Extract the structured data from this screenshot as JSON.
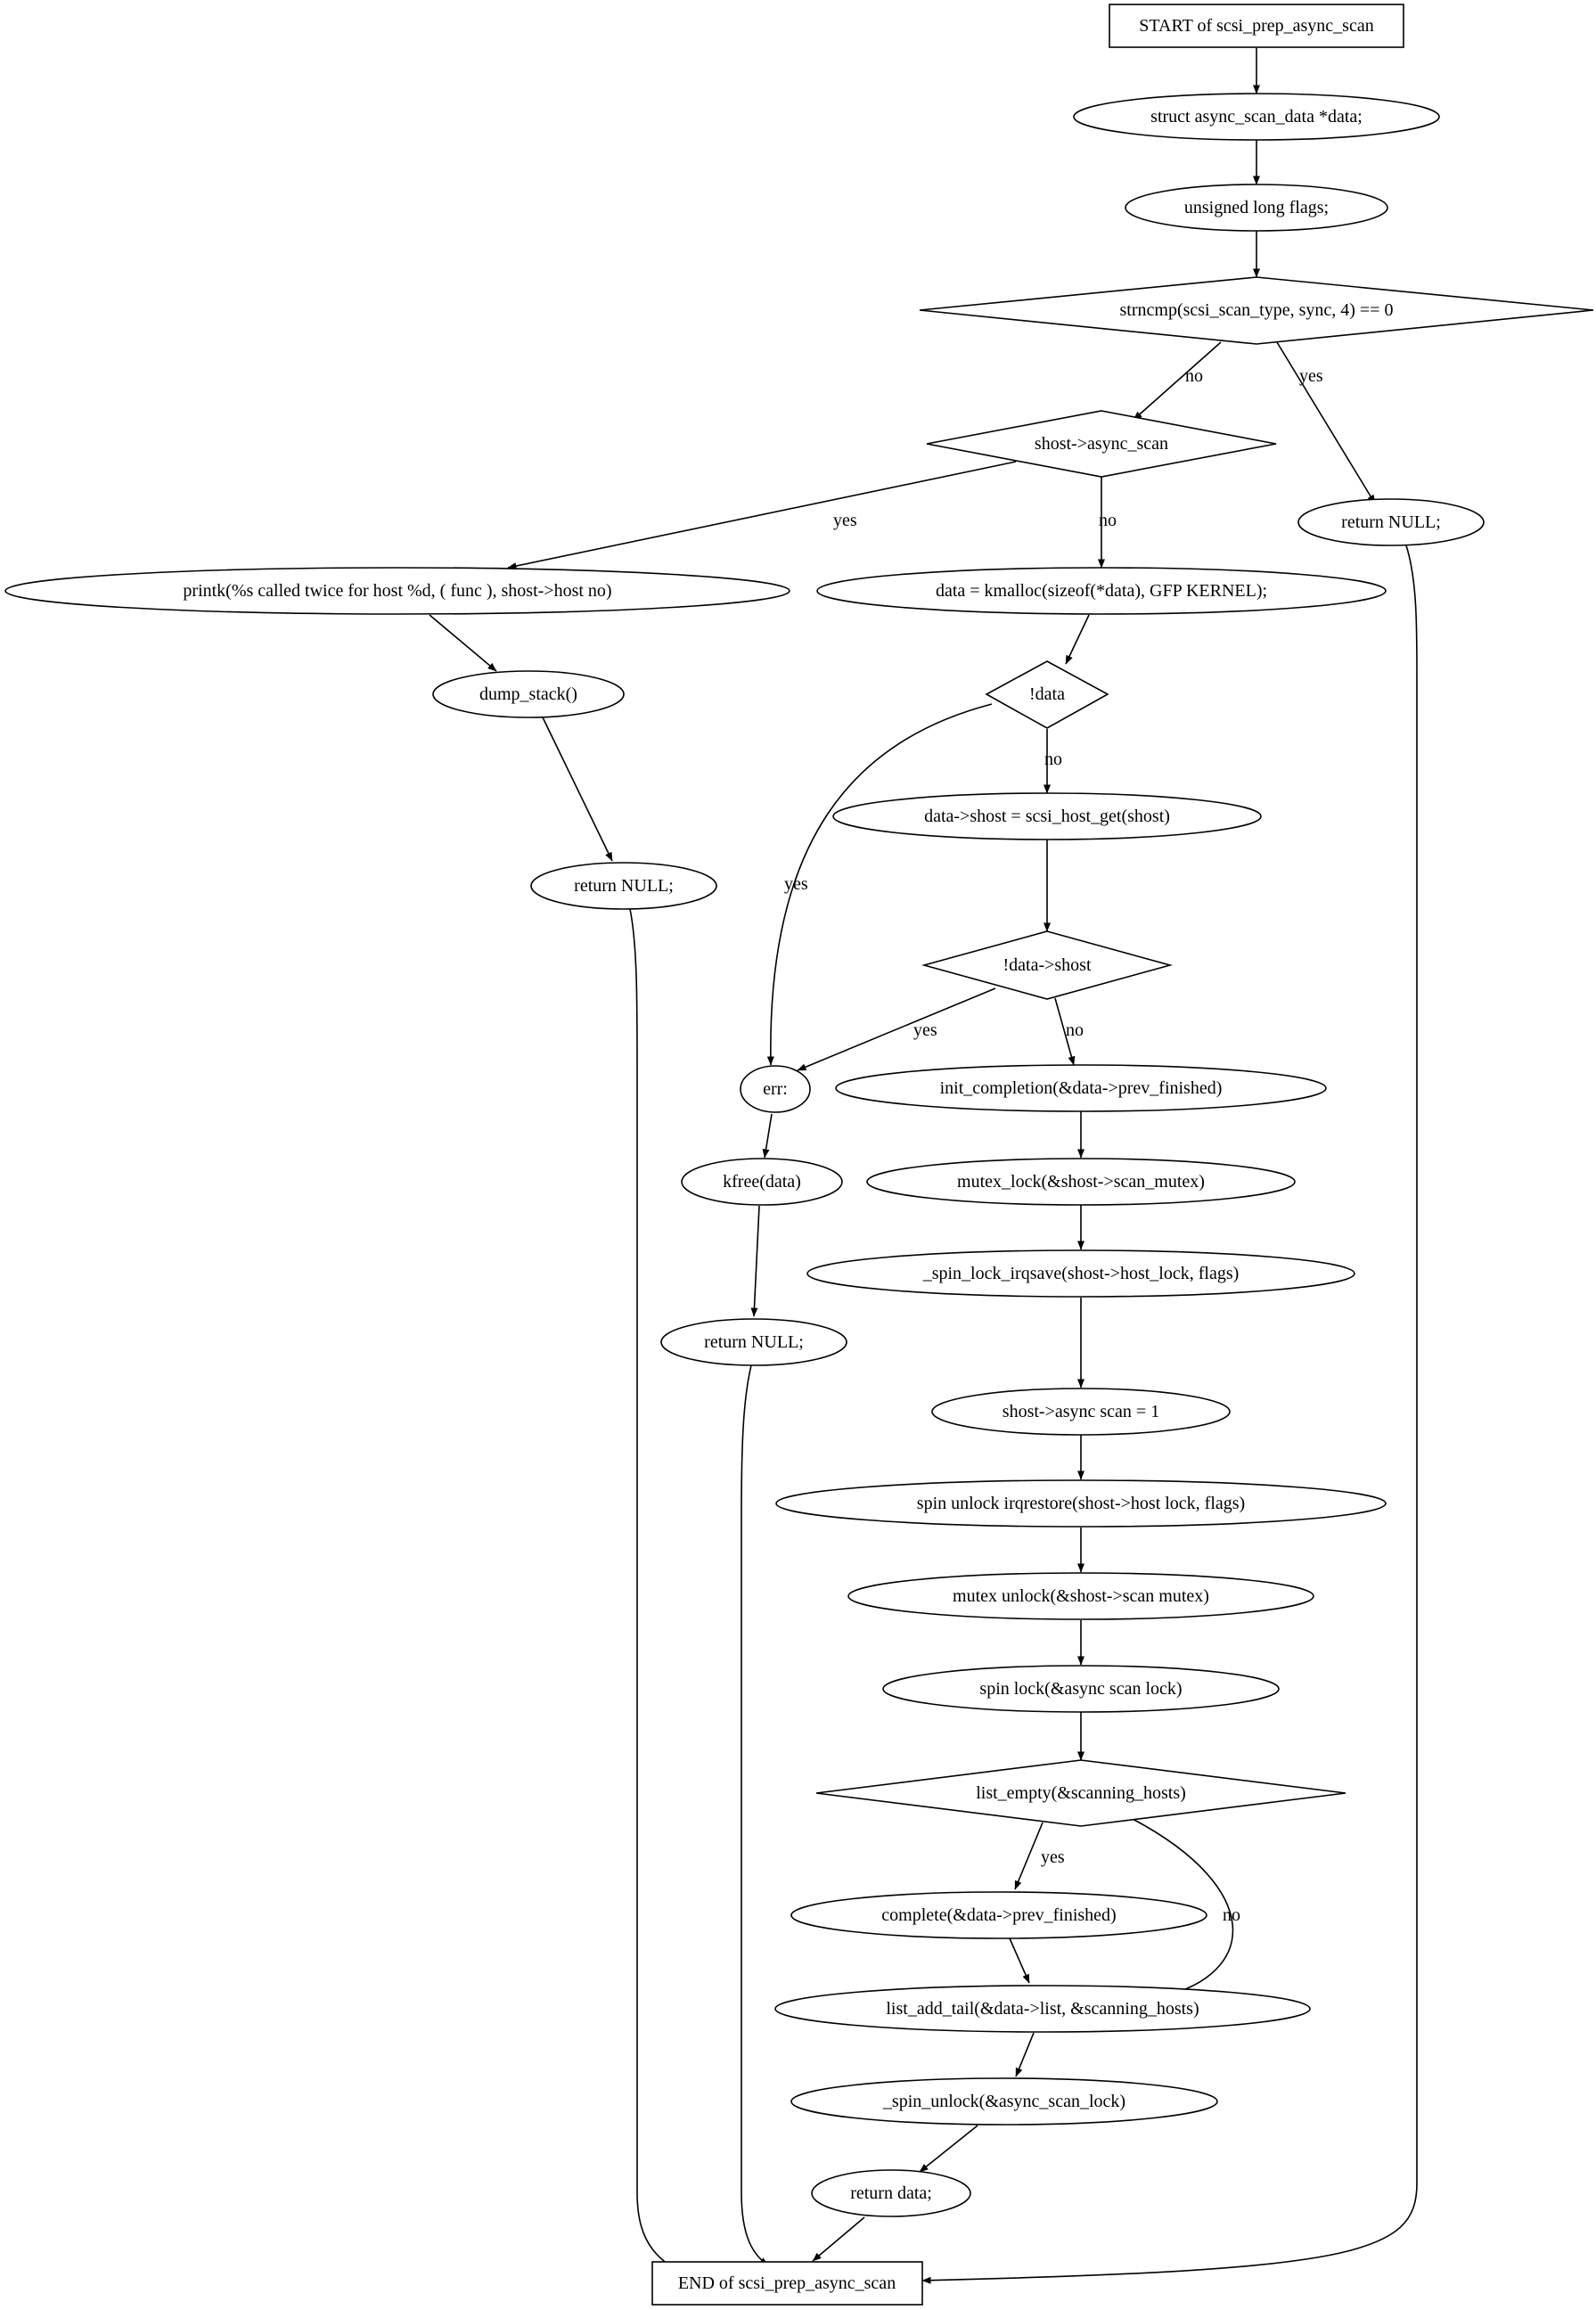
{
  "nodes": {
    "start": {
      "label": "START of scsi_prep_async_scan"
    },
    "decl_data": {
      "label": "struct async_scan_data *data;"
    },
    "decl_flags": {
      "label": "unsigned long flags;"
    },
    "strncmp": {
      "label": "strncmp(scsi_scan_type, sync, 4) == 0"
    },
    "return_null_1": {
      "label": "return NULL;"
    },
    "async_scan_check": {
      "label": "shost->async_scan"
    },
    "printk": {
      "label": "printk(%s called twice for host %d, (    func    ), shost->host  no)"
    },
    "kmalloc": {
      "label": "data = kmalloc(sizeof(*data), GFP  KERNEL);"
    },
    "dump_stack": {
      "label": "dump_stack()"
    },
    "not_data": {
      "label": "!data"
    },
    "return_null_2": {
      "label": "return NULL;"
    },
    "scsi_host_get": {
      "label": "data->shost = scsi_host_get(shost)"
    },
    "not_data_shost": {
      "label": "!data->shost"
    },
    "err": {
      "label": "err:"
    },
    "init_completion": {
      "label": "init_completion(&data->prev_finished)"
    },
    "kfree": {
      "label": "kfree(data)"
    },
    "mutex_lock": {
      "label": "mutex_lock(&shost->scan_mutex)",
      "fill": "#add8e6"
    },
    "spin_lock_irqsave": {
      "label": "_spin_lock_irqsave(shost->host_lock, flags)"
    },
    "return_null_3": {
      "label": "return NULL;"
    },
    "set_async_scan": {
      "label": "shost->async  scan = 1"
    },
    "spin_unlock_irqrestore": {
      "label": "spin  unlock  irqrestore(shost->host  lock, flags)"
    },
    "mutex_unlock": {
      "label": "mutex  unlock(&shost->scan  mutex)",
      "fill": "#ffff00"
    },
    "spin_lock_async": {
      "label": "spin  lock(&async  scan  lock)"
    },
    "list_empty": {
      "label": "list_empty(&scanning_hosts)"
    },
    "complete": {
      "label": "complete(&data->prev_finished)"
    },
    "list_add_tail": {
      "label": "list_add_tail(&data->list, &scanning_hosts)"
    },
    "spin_unlock_async": {
      "label": "_spin_unlock(&async_scan_lock)"
    },
    "return_data": {
      "label": "return data;"
    },
    "end": {
      "label": "END of scsi_prep_async_scan"
    }
  },
  "edge_labels": {
    "strncmp_no": "no",
    "strncmp_yes": "yes",
    "async_yes": "yes",
    "async_no": "no",
    "notdata_no": "no",
    "notdata_yes": "yes",
    "notshost_yes": "yes",
    "notshost_no": "no",
    "listempty_yes": "yes",
    "listempty_no": "no"
  }
}
